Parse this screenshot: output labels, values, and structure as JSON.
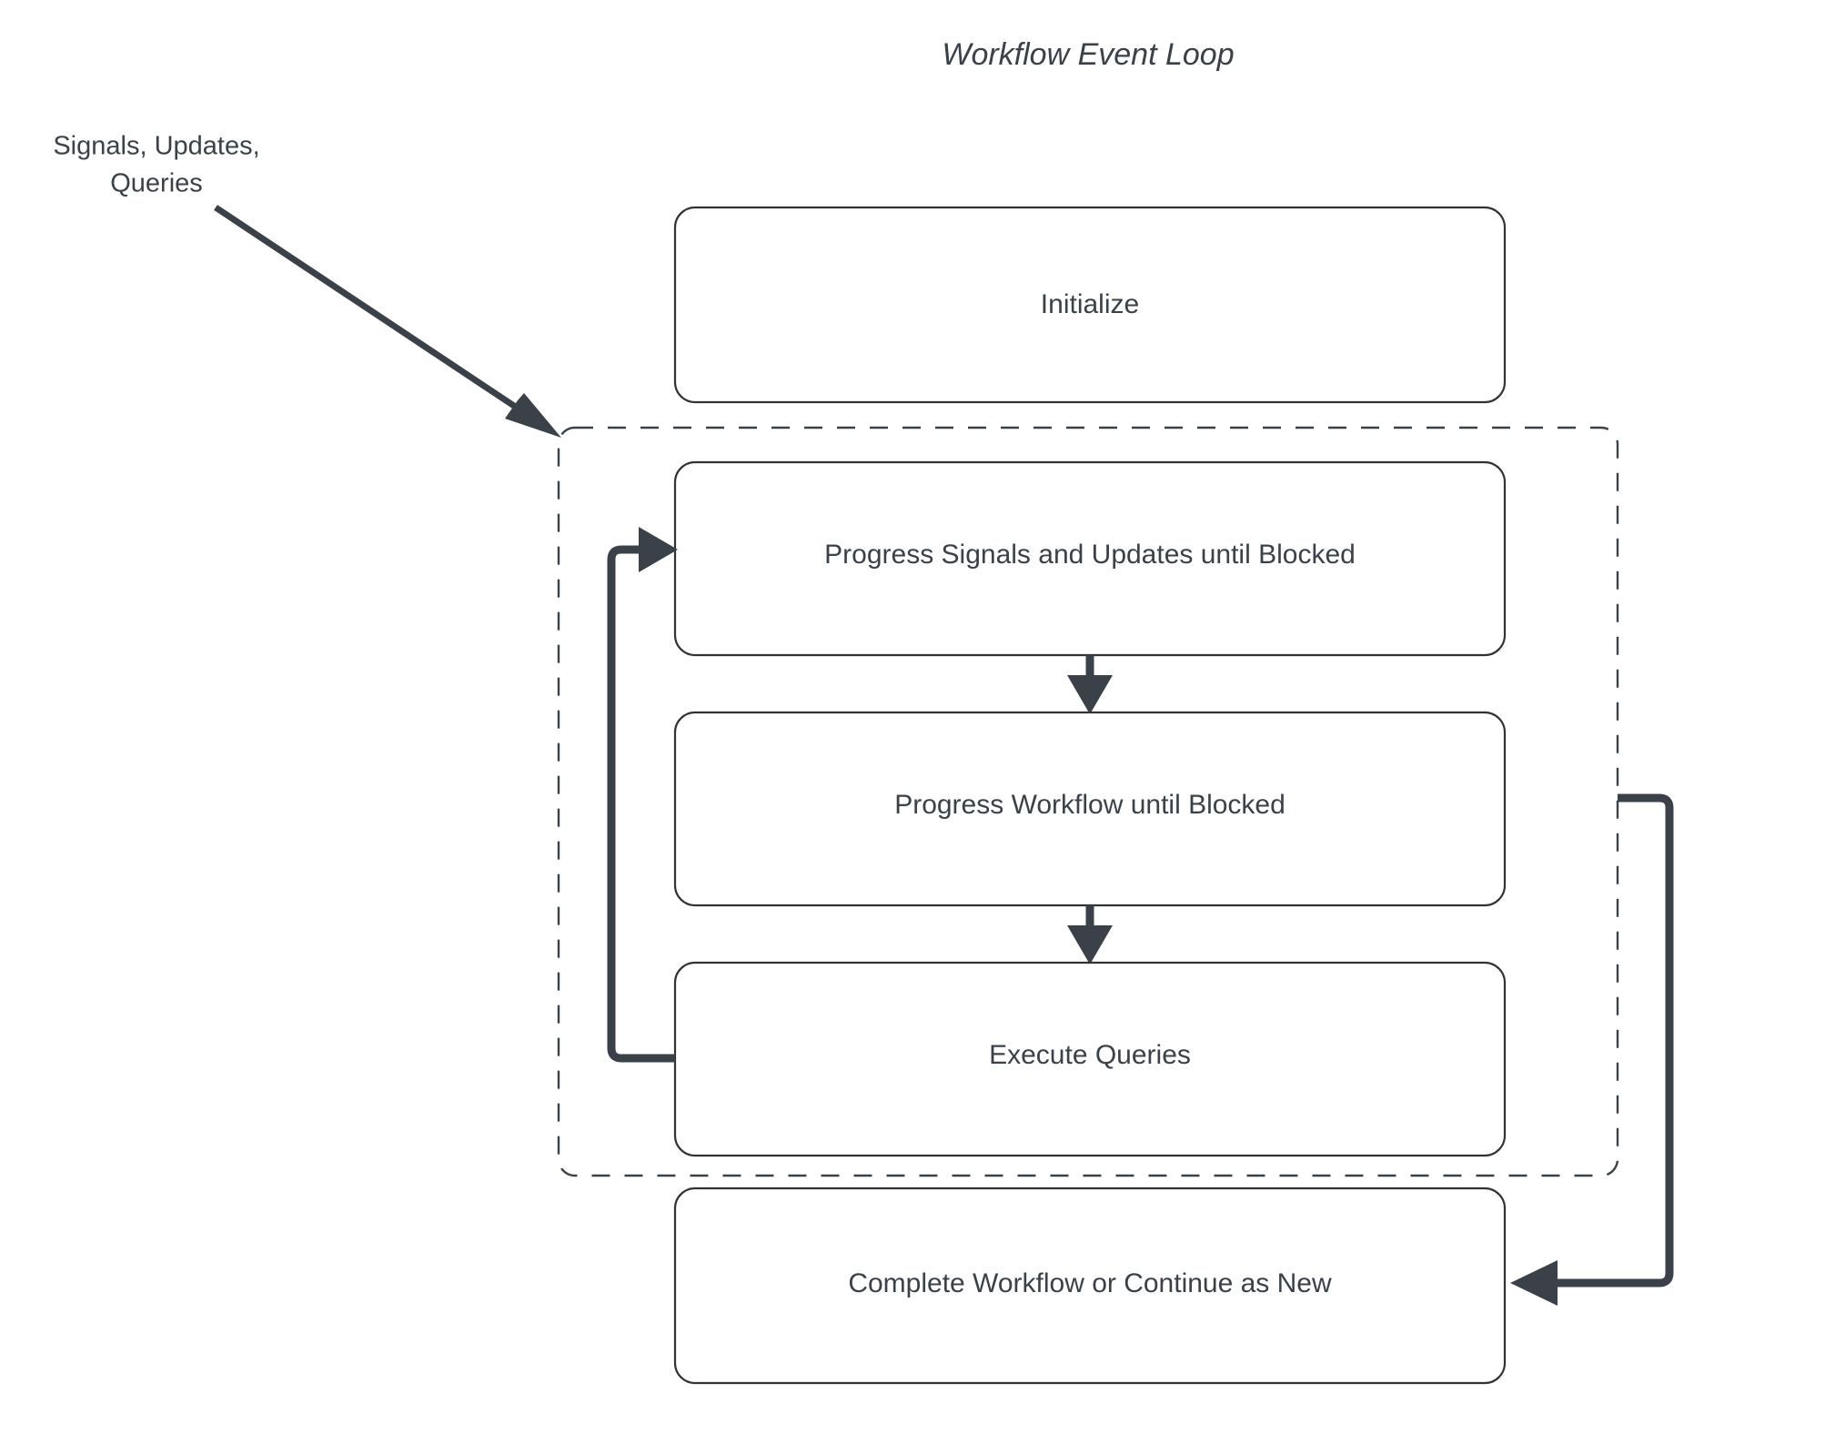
{
  "diagram": {
    "title": "Workflow Event Loop",
    "type": "flowchart",
    "colors": {
      "stroke": "#3b4149",
      "box_border": "#333333",
      "background": "#ffffff",
      "text": "#3b4149"
    },
    "external_input_label": {
      "line1": "Signals, Updates,",
      "line2": "Queries"
    },
    "nodes": [
      {
        "id": "initialize",
        "label": "Initialize"
      },
      {
        "id": "progress-signals",
        "label": "Progress Signals and Updates until Blocked"
      },
      {
        "id": "progress-workflow",
        "label": "Progress Workflow until Blocked"
      },
      {
        "id": "execute-queries",
        "label": "Execute Queries"
      },
      {
        "id": "complete-workflow",
        "label": "Complete Workflow or Continue as New"
      }
    ],
    "group": {
      "id": "event-loop-group",
      "label": "",
      "style": "dashed",
      "contains": [
        "progress-signals",
        "progress-workflow",
        "execute-queries"
      ]
    },
    "edges": [
      {
        "from": "external-input",
        "to": "event-loop-group",
        "label": "Signals, Updates, Queries"
      },
      {
        "from": "progress-signals",
        "to": "progress-workflow",
        "label": ""
      },
      {
        "from": "progress-workflow",
        "to": "execute-queries",
        "label": ""
      },
      {
        "from": "execute-queries",
        "to": "progress-signals",
        "label": ""
      },
      {
        "from": "event-loop-group",
        "to": "complete-workflow",
        "label": ""
      }
    ]
  }
}
